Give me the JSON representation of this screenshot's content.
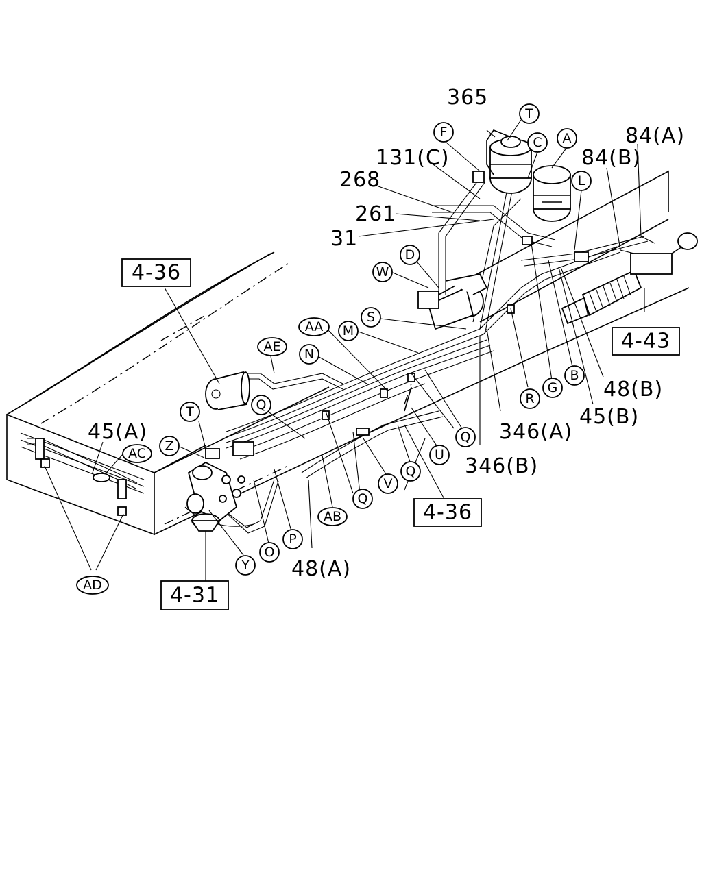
{
  "part_labels": {
    "l365": "365",
    "l84a": "84(A)",
    "l84b": "84(B)",
    "l131c": "131(C)",
    "l268": "268",
    "l261": "261",
    "l31": "31",
    "l45a": "45(A)",
    "l48b": "48(B)",
    "l45b": "45(B)",
    "l346a": "346(A)",
    "l346b": "346(B)",
    "l48a": "48(A)"
  },
  "callouts": {
    "T1": "T",
    "C": "C",
    "A": "A",
    "F": "F",
    "L": "L",
    "D": "D",
    "W": "W",
    "S": "S",
    "AA": "AA",
    "M": "M",
    "AE": "AE",
    "N": "N",
    "R": "R",
    "G": "G",
    "B": "B",
    "Q1": "Q",
    "T2": "T",
    "Z": "Z",
    "AC": "AC",
    "Q2": "Q",
    "U": "U",
    "V": "V",
    "Q3": "Q",
    "Q4": "Q",
    "AB": "AB",
    "P": "P",
    "O": "O",
    "Y": "Y",
    "AD": "AD"
  },
  "section_refs": {
    "ref_436_top": "4-36",
    "ref_443": "4-43",
    "ref_436_bottom": "4-36",
    "ref_431": "4-31"
  }
}
